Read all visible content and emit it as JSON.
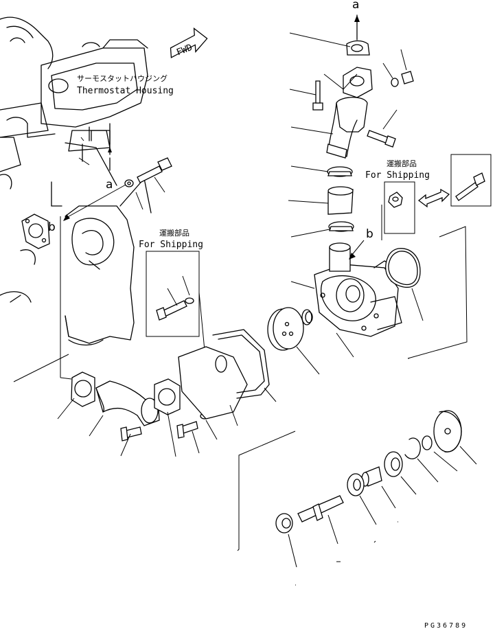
{
  "labels": {
    "fwd": "FWD",
    "thermostat_jp": "サーモスタットハウジング",
    "thermostat_en": "Thermostat Housing",
    "shipping_jp": "運搬部品",
    "shipping_en": "For Shipping",
    "ref_a": "a",
    "ref_b": "b",
    "drawing_code": "PG36789"
  }
}
